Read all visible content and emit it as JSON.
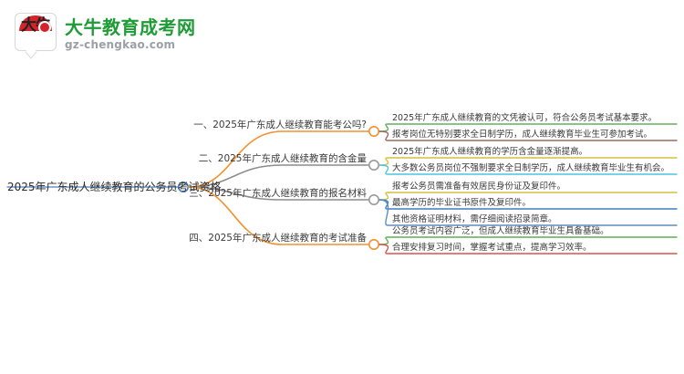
{
  "logo": {
    "mark_text": "大牛",
    "title": "大牛教育成考网",
    "url": "gz-chengkao.com",
    "brand_green": "#1f9c35",
    "brand_red": "#d6232a"
  },
  "mindmap": {
    "root": {
      "label": "2025年广东成人继续教育的公务员考试资格",
      "underline_color": "#4a7ebb",
      "node_color": "#3f7fc1"
    },
    "branches": [
      {
        "index": "1",
        "label": "一、2025年广东成人继续教育能考公吗?",
        "branch_color": "#f0922f",
        "node_color": "#f0922f",
        "details": [
          {
            "text": "2025年广东成人继续教育的文凭被认可，符合公务员考试基本要求。",
            "color": "#6aab62"
          },
          {
            "text": "报考岗位无特别要求全日制学历，成人继续教育毕业生可参加考试。",
            "color": "#9a6b5a"
          }
        ]
      },
      {
        "index": "2",
        "label": "二、2025年广东成人继续教育的含金量",
        "branch_color": "#8c8c8c",
        "node_color": "#9a9a9a",
        "details": [
          {
            "text": "2025年广东成人继续教育的学历含金量逐渐提高。",
            "color": "#d4c141"
          },
          {
            "text": "大多数公务员岗位不强制要求全日制学历，成人继续教育毕业生有机会。",
            "color": "#4ec3e0"
          }
        ]
      },
      {
        "index": "3",
        "label": "三、2025年广东成人继续教育的报名材料",
        "branch_color": "#8c8c8c",
        "node_color": "#9a9a9a",
        "details": [
          {
            "text": "报考公务员需准备有效居民身份证及复印件。",
            "color": "#d4c141"
          },
          {
            "text": "最高学历的毕业证书原件及复印件。",
            "color": "#3f7fc1"
          },
          {
            "text": "其他资格证明材料，需仔细阅读招录简章。",
            "color": "#5b8fbf"
          }
        ]
      },
      {
        "index": "4",
        "label": "四、2025年广东成人继续教育的考试准备",
        "branch_color": "#f0922f",
        "node_color": "#f0922f",
        "details": [
          {
            "text": "公务员考试内容广泛，但成人继续教育毕业生具备基础。",
            "color": "#5fae52"
          },
          {
            "text": "合理安排复习时间，掌握考试重点，提高学习效率。",
            "color": "#d9534f"
          }
        ]
      }
    ]
  }
}
